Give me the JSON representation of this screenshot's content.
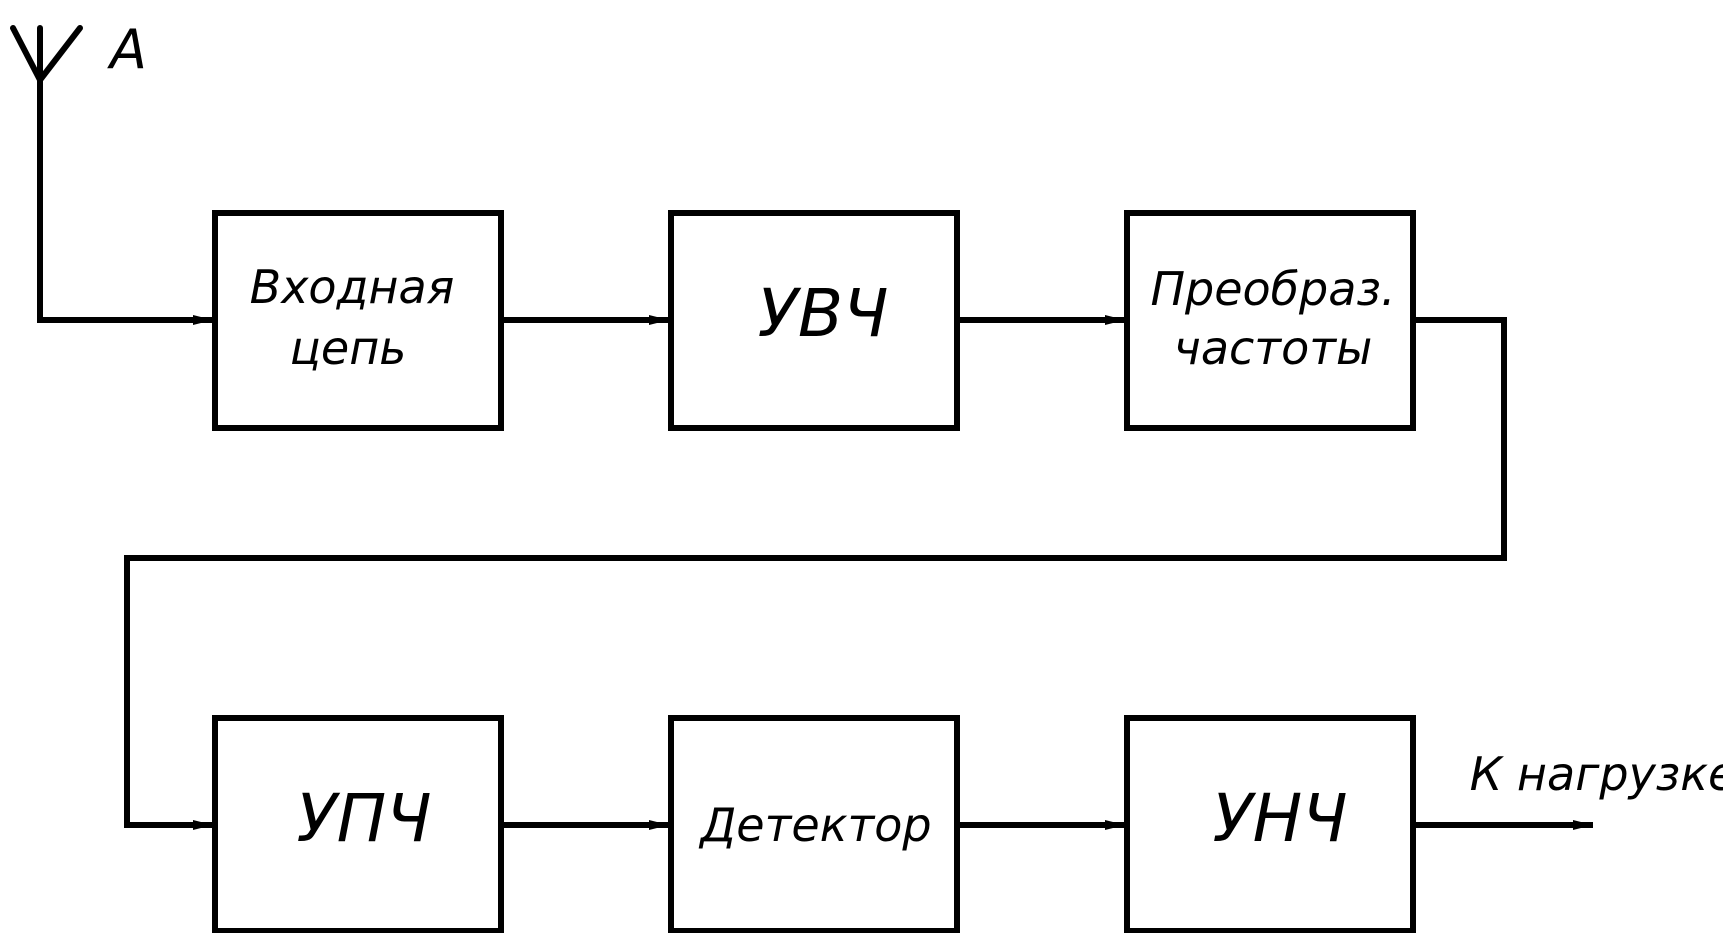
{
  "diagram": {
    "antenna_label": "А",
    "blocks": {
      "input_circuit": {
        "line1": "Входная",
        "line2": "цепь"
      },
      "rf_amplifier": {
        "label": "УВЧ"
      },
      "frequency_converter": {
        "line1": "Преобраз.",
        "line2": "частоты"
      },
      "if_amplifier": {
        "label": "УПЧ"
      },
      "detector": {
        "label": "Детектор"
      },
      "af_amplifier": {
        "label": "УНЧ"
      }
    },
    "output_label": "К нагрузке",
    "colors": {
      "stroke": "#000000",
      "background": "#ffffff"
    }
  }
}
